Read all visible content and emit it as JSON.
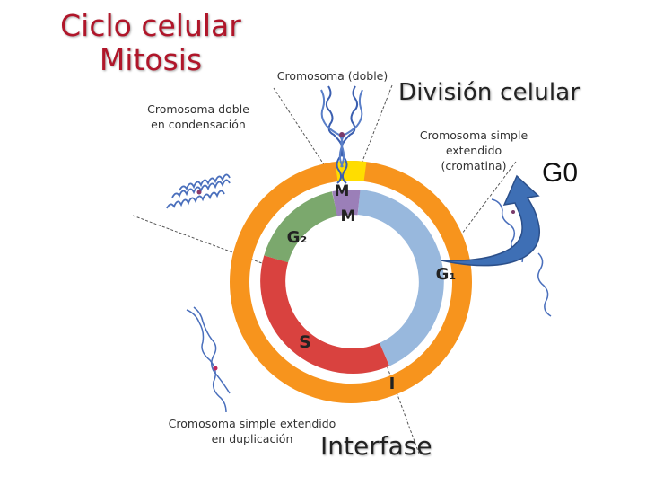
{
  "title": {
    "line1": "Ciclo celular",
    "line2": "Mitosis"
  },
  "headings": {
    "division": "División celular",
    "interphase": "Interfase",
    "g0": "G0"
  },
  "labels": {
    "cromosoma_doble": "Cromosoma (doble)",
    "doble_condensacion_1": "Cromosoma doble",
    "doble_condensacion_2": "en condensación",
    "simple_extendido_1": "Cromosoma simple",
    "simple_extendido_2": "extendido",
    "simple_extendido_3": "(cromatina)",
    "duplicacion_1": "Cromosoma simple extendido",
    "duplicacion_2": "en duplicación"
  },
  "phases": {
    "outer_m": "M",
    "inner_m": "M",
    "g2": "G₂",
    "g1": "G₁",
    "s": "S",
    "i": "I"
  },
  "colors": {
    "title": "#b0162a",
    "orange": "#f7941d",
    "yellow": "#ffdd00",
    "purple": "#9b7fb8",
    "green": "#7ba86d",
    "red": "#d9423f",
    "blue": "#98b8dd",
    "arrow": "#3e6fb5"
  }
}
